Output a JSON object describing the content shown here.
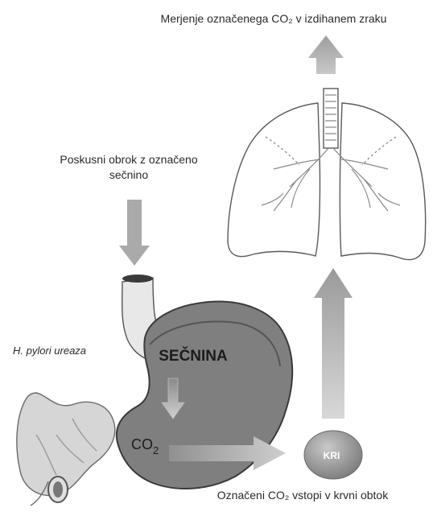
{
  "labels": {
    "top_caption": "Merjenje označenega CO₂ v izdihanem zraku",
    "meal_line1": "Poskusni obrok z označeno",
    "meal_line2": "sečnino",
    "urease": "H. pylori ureaza",
    "urea": "SEČNINA",
    "co2_base": "CO",
    "co2_sub": "2",
    "blood": "KRI",
    "bottom_caption": "Označeni CO₂ vstopi v krvni obtok"
  },
  "colors": {
    "text": "#2a2a2a",
    "stomach_fill": "#7f7f7f",
    "stomach_dark": "#555555",
    "intestine_fill": "#d6d6d6",
    "intestine_stroke": "#6a6a6a",
    "esophagus_fill": "#e8e8e8",
    "lung_stroke": "#5a5a5a",
    "lung_fill": "#ffffff",
    "bronchi": "#8a8a8a",
    "blood_fill": "#9a9a9a",
    "arrow_top": "#a8a8a8",
    "arrow_mid": "#c4c4c4",
    "arrow_meal": "#aaaaaa",
    "arrow_side": "#b5b5b5"
  },
  "icons": {
    "meal": "down-arrow-icon",
    "lungs": "lungs-icon",
    "stomach": "stomach-icon",
    "blood": "blood-droplet-icon"
  }
}
